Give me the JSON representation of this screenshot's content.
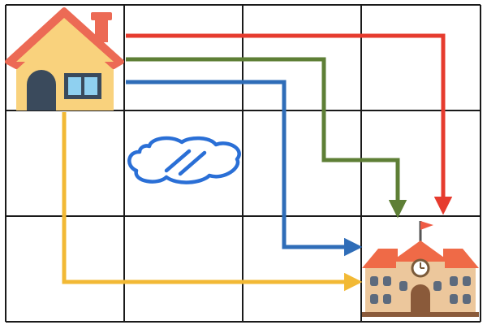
{
  "grid": {
    "columns": 4,
    "rows": 3,
    "line_color": "#1a1a1a",
    "background": "#ffffff"
  },
  "icons": {
    "house": {
      "name": "house-icon",
      "roof_color": "#ec6a55",
      "wall_color": "#f9d27d",
      "door_color": "#3a4a5c",
      "window_color": "#8fd0f0"
    },
    "school": {
      "name": "school-icon",
      "roof_color": "#ef6a47",
      "wall_color": "#ecc79c",
      "flag_color": "#ef5b45"
    },
    "puddle": {
      "name": "puddle-icon",
      "outline_color": "#2a6fd6"
    }
  },
  "routes": [
    {
      "name": "route-red",
      "color": "#e63b2e"
    },
    {
      "name": "route-green",
      "color": "#5e7f36"
    },
    {
      "name": "route-blue",
      "color": "#2f6db8"
    },
    {
      "name": "route-yellow",
      "color": "#f2b935"
    }
  ]
}
